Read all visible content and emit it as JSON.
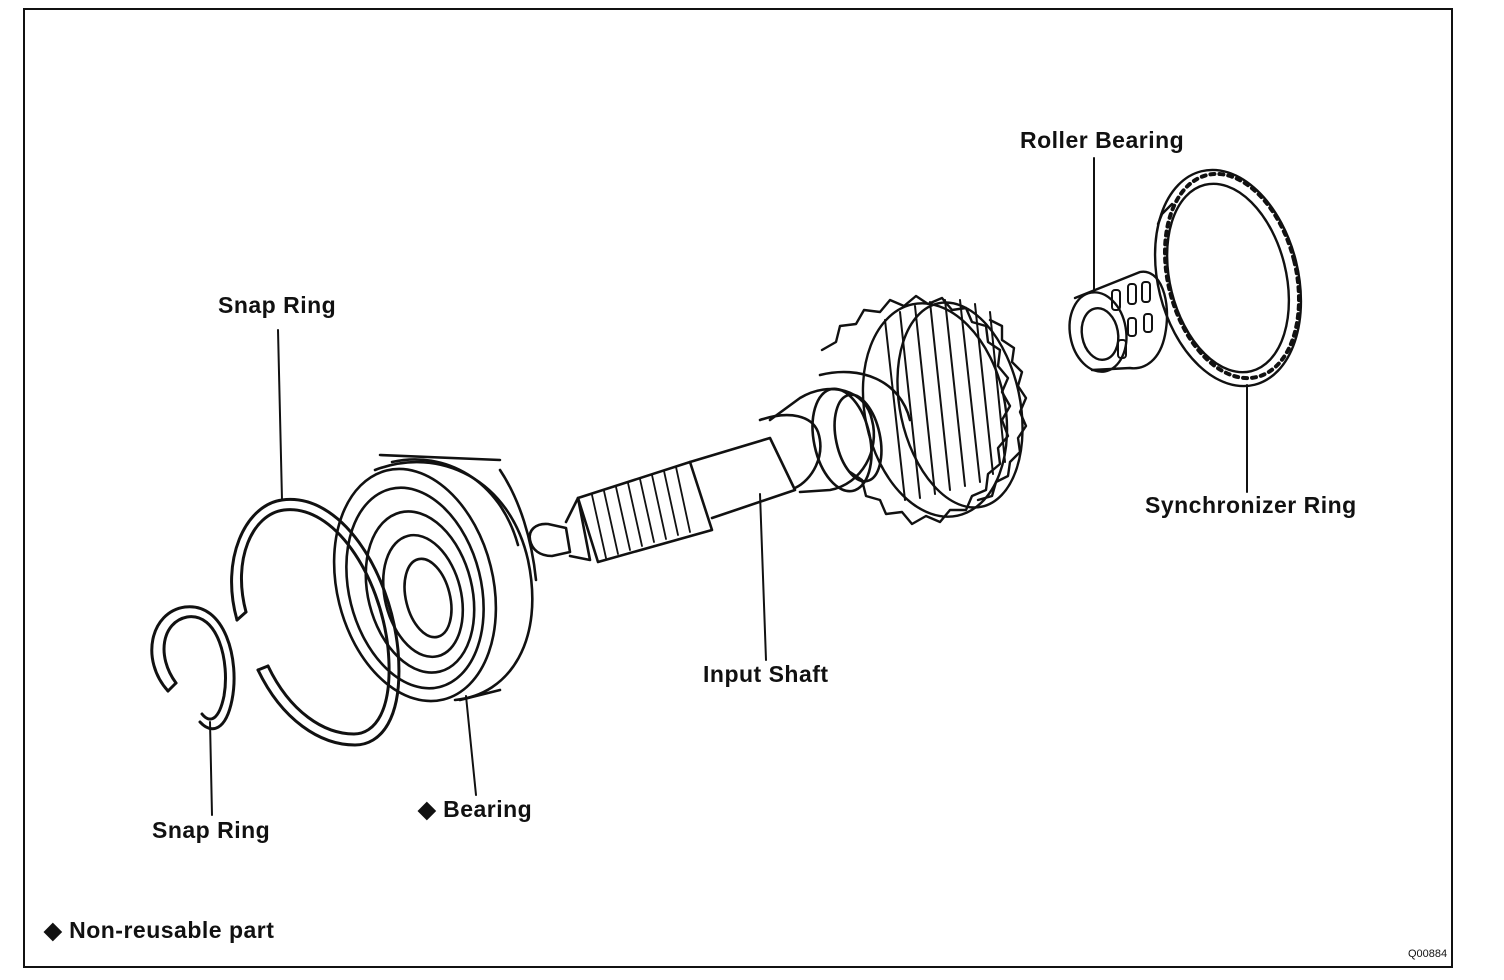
{
  "labels": {
    "roller_bearing": "Roller Bearing",
    "snap_ring_outer": "Snap Ring",
    "synchronizer_ring": "Synchronizer Ring",
    "input_shaft": "Input Shaft",
    "bearing": "Bearing",
    "snap_ring_inner": "Snap Ring"
  },
  "bearing_marker": "◆",
  "legend": {
    "marker": "◆",
    "text": "Non-reusable part"
  },
  "figure_code": "Q00884"
}
